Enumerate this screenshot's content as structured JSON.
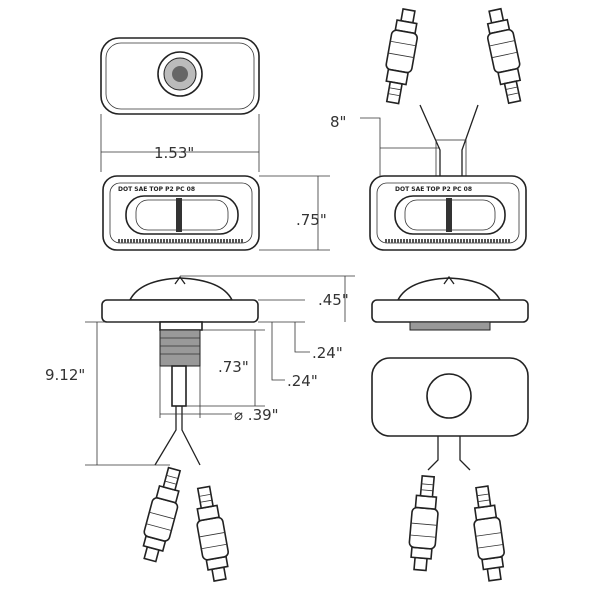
{
  "dimensions": {
    "width": "1.53\"",
    "height": ".75\"",
    "lead_offset": "8\"",
    "base_height": ".45\"",
    "flange_1": ".24\"",
    "flange_2": ".24\"",
    "lead_length": "9.12\"",
    "grommet_length": ".73\"",
    "grommet_diameter": "⌀ .39\""
  },
  "lens_markings": {
    "top": "DOT SAE TOP P2 PC 08"
  }
}
